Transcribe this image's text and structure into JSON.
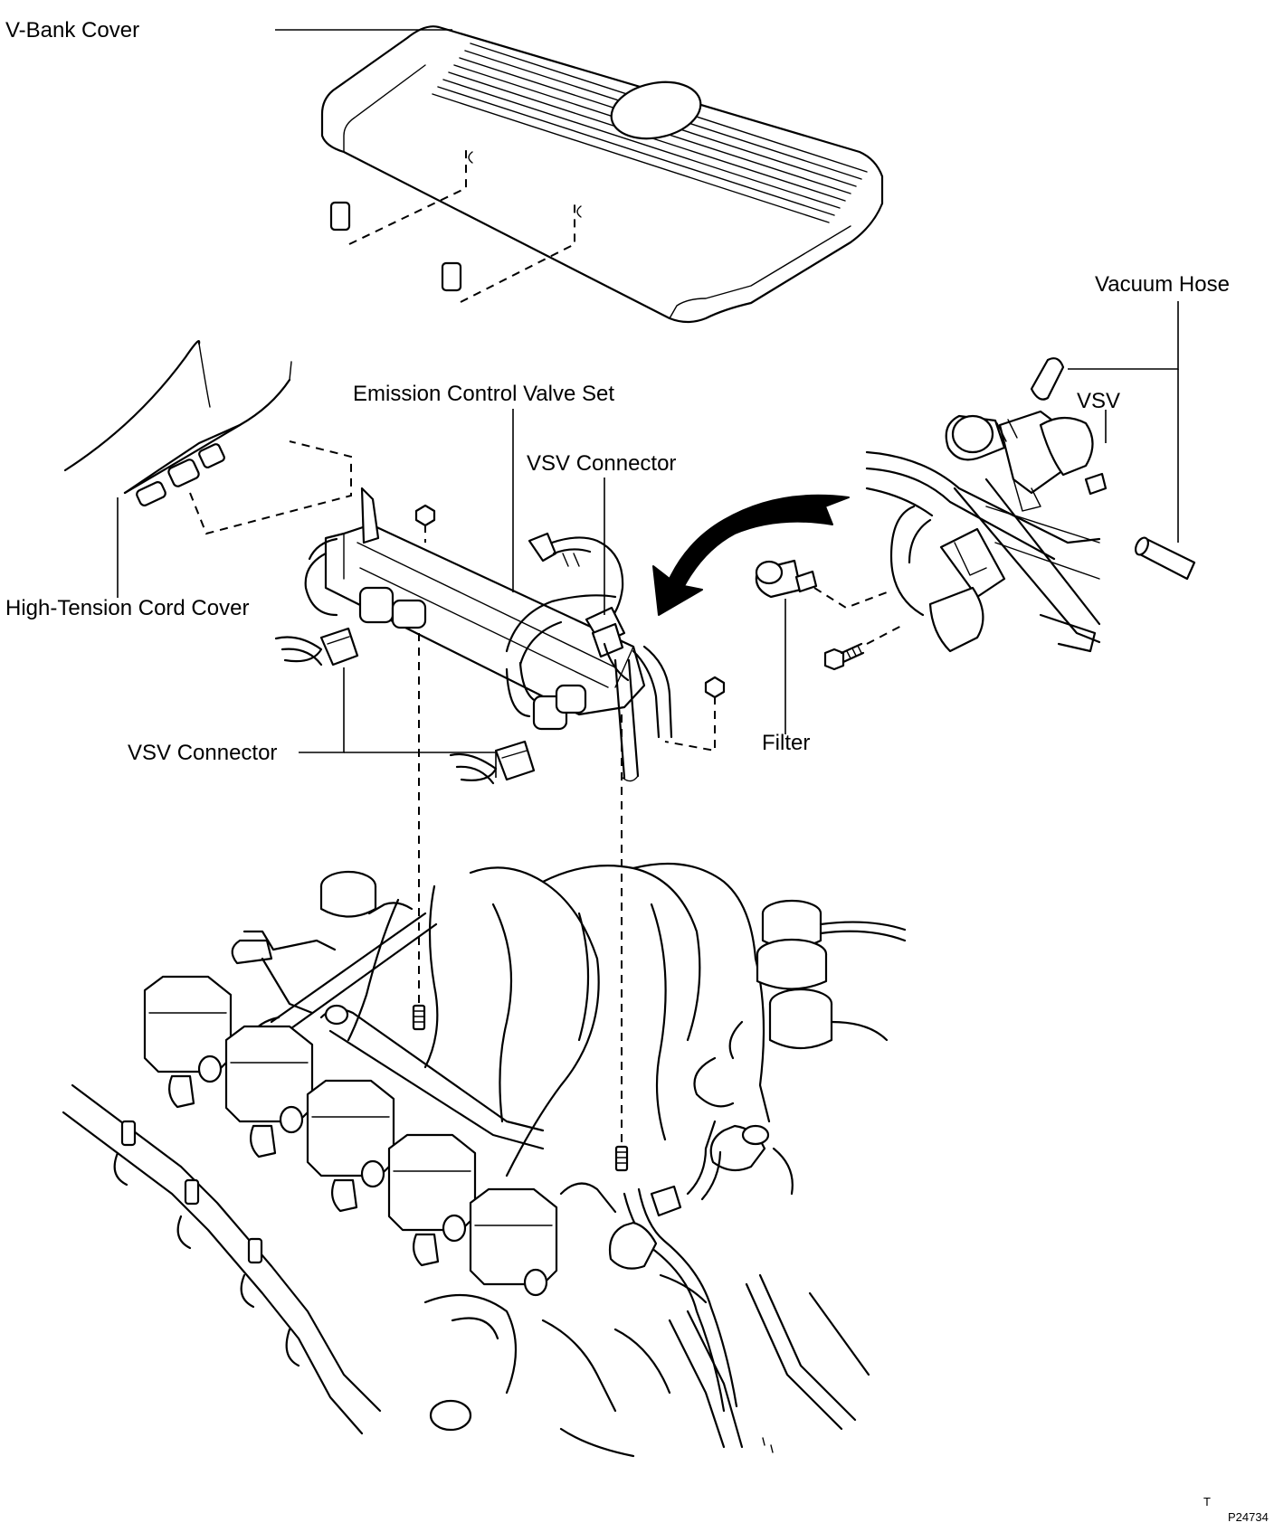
{
  "labels": {
    "v_bank_cover": "V-Bank Cover",
    "vacuum_hose": "Vacuum Hose",
    "emission_control_valve_set": "Emission Control Valve Set",
    "vsv": "VSV",
    "vsv_connector_top": "VSV Connector",
    "high_tension_cord_cover": "High-Tension Cord Cover",
    "vsv_connector_bottom": "VSV Connector",
    "filter": "Filter",
    "figure_code_prefix": "T",
    "figure_code": "P24734"
  }
}
